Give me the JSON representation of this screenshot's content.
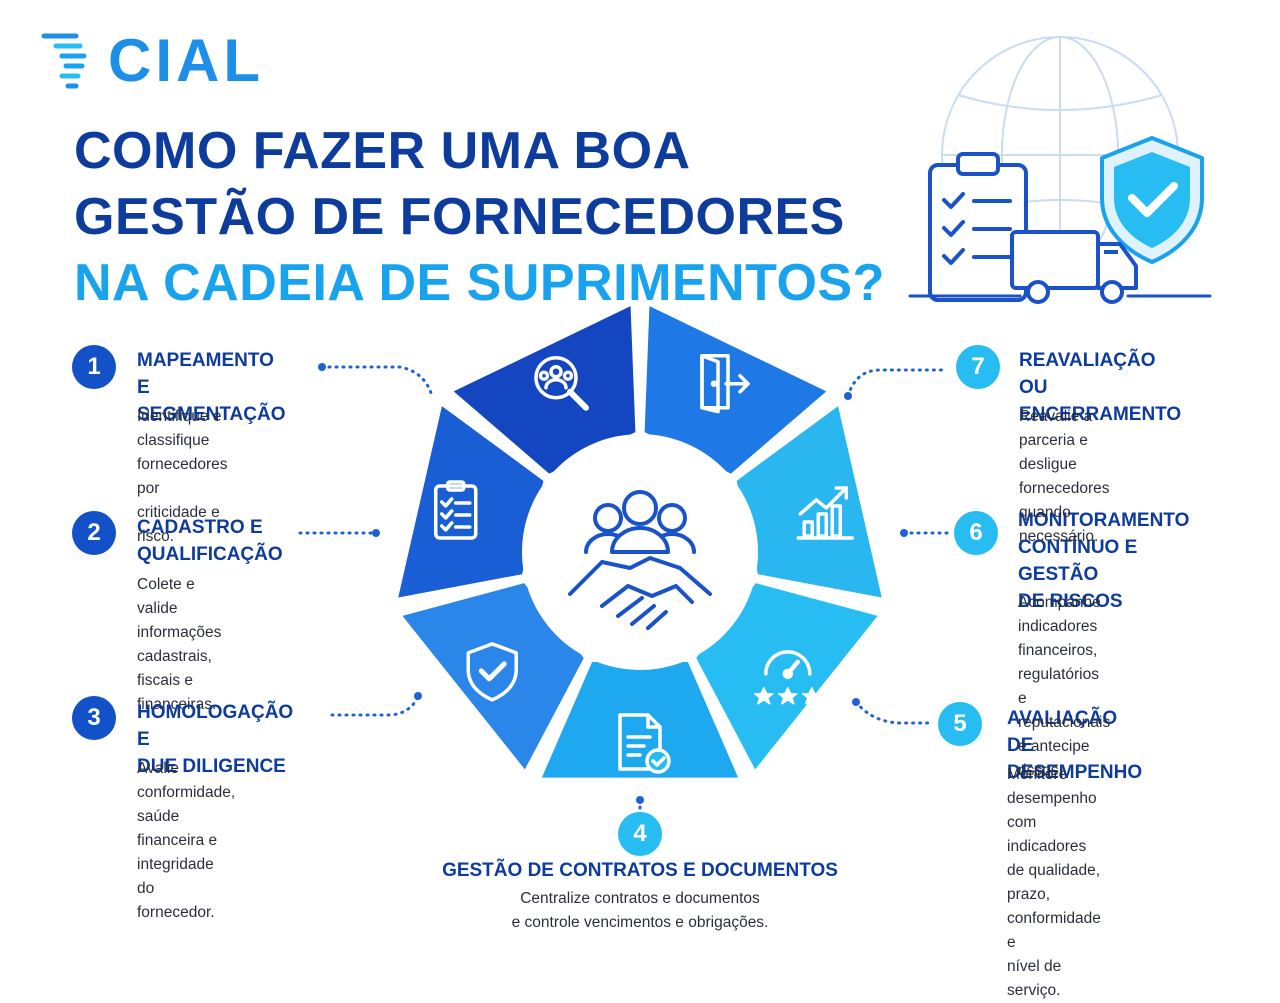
{
  "brand": {
    "name": "CIAL"
  },
  "title": {
    "line1": "COMO FAZER UMA BOA",
    "line2": "GESTÃO DE FORNECEDORES",
    "line3": "NA CADEIA DE SUPRIMENTOS?"
  },
  "colors": {
    "dark_blue": "#0d3c9c",
    "mid_blue": "#1e63d6",
    "light_blue": "#19a2ee",
    "cyan": "#27bdf2"
  },
  "steps": [
    {
      "number": "1",
      "title_l1": "MAPEAMENTO E",
      "title_l2": "SEGMENTAÇÃO",
      "desc_l1": "Identifique e classifique",
      "desc_l2": "fornecedores por",
      "desc_l3": "criticidade e risco.",
      "icon": "search-people-icon"
    },
    {
      "number": "2",
      "title_l1": "CADASTRO E",
      "title_l2": "QUALIFICAÇÃO",
      "desc_l1": "Colete e valide",
      "desc_l2": "informações cadastrais,",
      "desc_l3": "fiscais e financeiras.",
      "icon": "checklist-icon"
    },
    {
      "number": "3",
      "title_l1": "HOMOLOGAÇÃO E",
      "title_l2": "DUE DILIGENCE",
      "desc_l1": "Avalie conformidade,",
      "desc_l2": "saúde financeira e",
      "desc_l3": "integridade do fornecedor.",
      "icon": "shield-check-icon"
    },
    {
      "number": "4",
      "title_l1": "GESTÃO DE CONTRATOS E DOCUMENTOS",
      "desc_l1": "Centralize contratos e documentos",
      "desc_l2": "e controle vencimentos e obrigações.",
      "icon": "document-check-icon"
    },
    {
      "number": "5",
      "title_l1": "AVALIAÇÃO DE",
      "title_l2": "DESEMPENHO",
      "desc_l1": "Monitore desempenho com",
      "desc_l2": "indicadores de qualidade,",
      "desc_l3": "prazo, conformidade e",
      "desc_l4": "nível de serviço.",
      "icon": "gauge-stars-icon"
    },
    {
      "number": "6",
      "title_l1": "MONITORAMENTO",
      "title_l2": "CONTÍNUO E GESTÃO",
      "title_l3": "DE RISCOS",
      "desc_l1": "Acompanhe indicadores",
      "desc_l2": "financeiros, regulatórios e",
      "desc_l3": "reputacionais e antecipe",
      "desc_l4": "riscos.",
      "icon": "growth-chart-icon"
    },
    {
      "number": "7",
      "title_l1": "REAVALIAÇÃO OU",
      "title_l2": "ENCERRAMENTO",
      "desc_l1": "Reavalie a parceria e",
      "desc_l2": "desligue fornecedores",
      "desc_l3": "quando necessário.",
      "icon": "exit-door-icon"
    }
  ]
}
